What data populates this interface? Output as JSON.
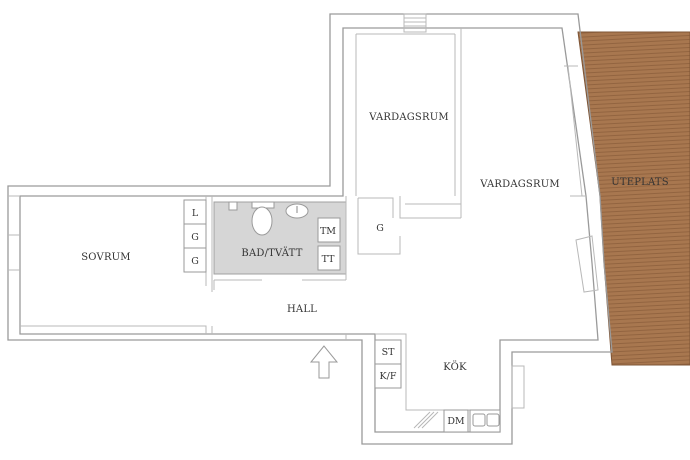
{
  "rooms": {
    "vardagsrum_upper": "VARDAGSRUM",
    "vardagsrum_main": "VARDAGSRUM",
    "uteplats": "UTEPLATS",
    "sovrum": "SOVRUM",
    "bad_tvatt": "BAD/TVÄTT",
    "hall": "HALL",
    "kok": "KÖK"
  },
  "fixtures": {
    "wardrobe_l": "L",
    "wardrobe_g1": "G",
    "wardrobe_g2": "G",
    "wardrobe_g3": "G",
    "tm": "TM",
    "tt": "TT",
    "st": "ST",
    "kf": "K/F",
    "dm": "DM"
  },
  "colors": {
    "wall": "#9a9a9a",
    "bathroom_fill": "#d6d6d6",
    "deck": "#a8774f",
    "deck_lines": "#8c5f3c"
  },
  "icons": {
    "entrance": "up-arrow-icon"
  }
}
